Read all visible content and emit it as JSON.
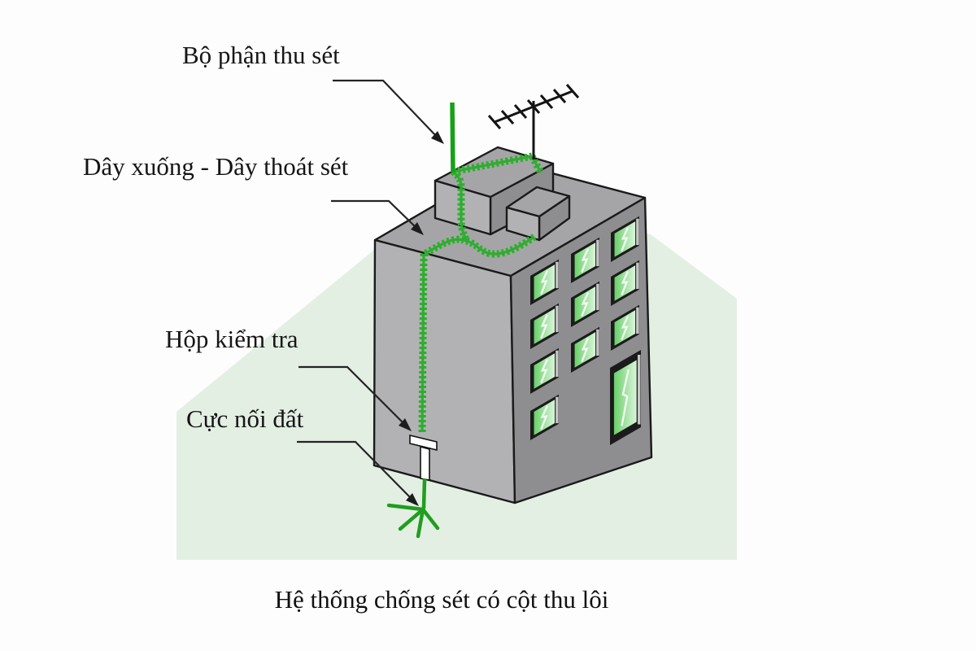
{
  "diagram": {
    "caption": "Hệ thống chống sét có cột thu lôi",
    "labels": {
      "air_terminal": "Bộ phận thu sét",
      "down_conductor": "Dây xuống - Dây thoát sét",
      "test_box": "Hộp kiểm tra",
      "ground_electrode": "Cực nối đất"
    },
    "colors": {
      "conductor_green": "#2eae2e",
      "rod_green": "#18a018",
      "ground_green": "#1f9e1f",
      "shadow_green": "#e4efe4",
      "wall_left": "#b2b2b4",
      "wall_right": "#8e8e90",
      "roof_top": "#a5a5a7",
      "glass_dark": "#69cf69",
      "glass_light": "#cdf2cd",
      "outline": "#1a1a1a"
    }
  }
}
